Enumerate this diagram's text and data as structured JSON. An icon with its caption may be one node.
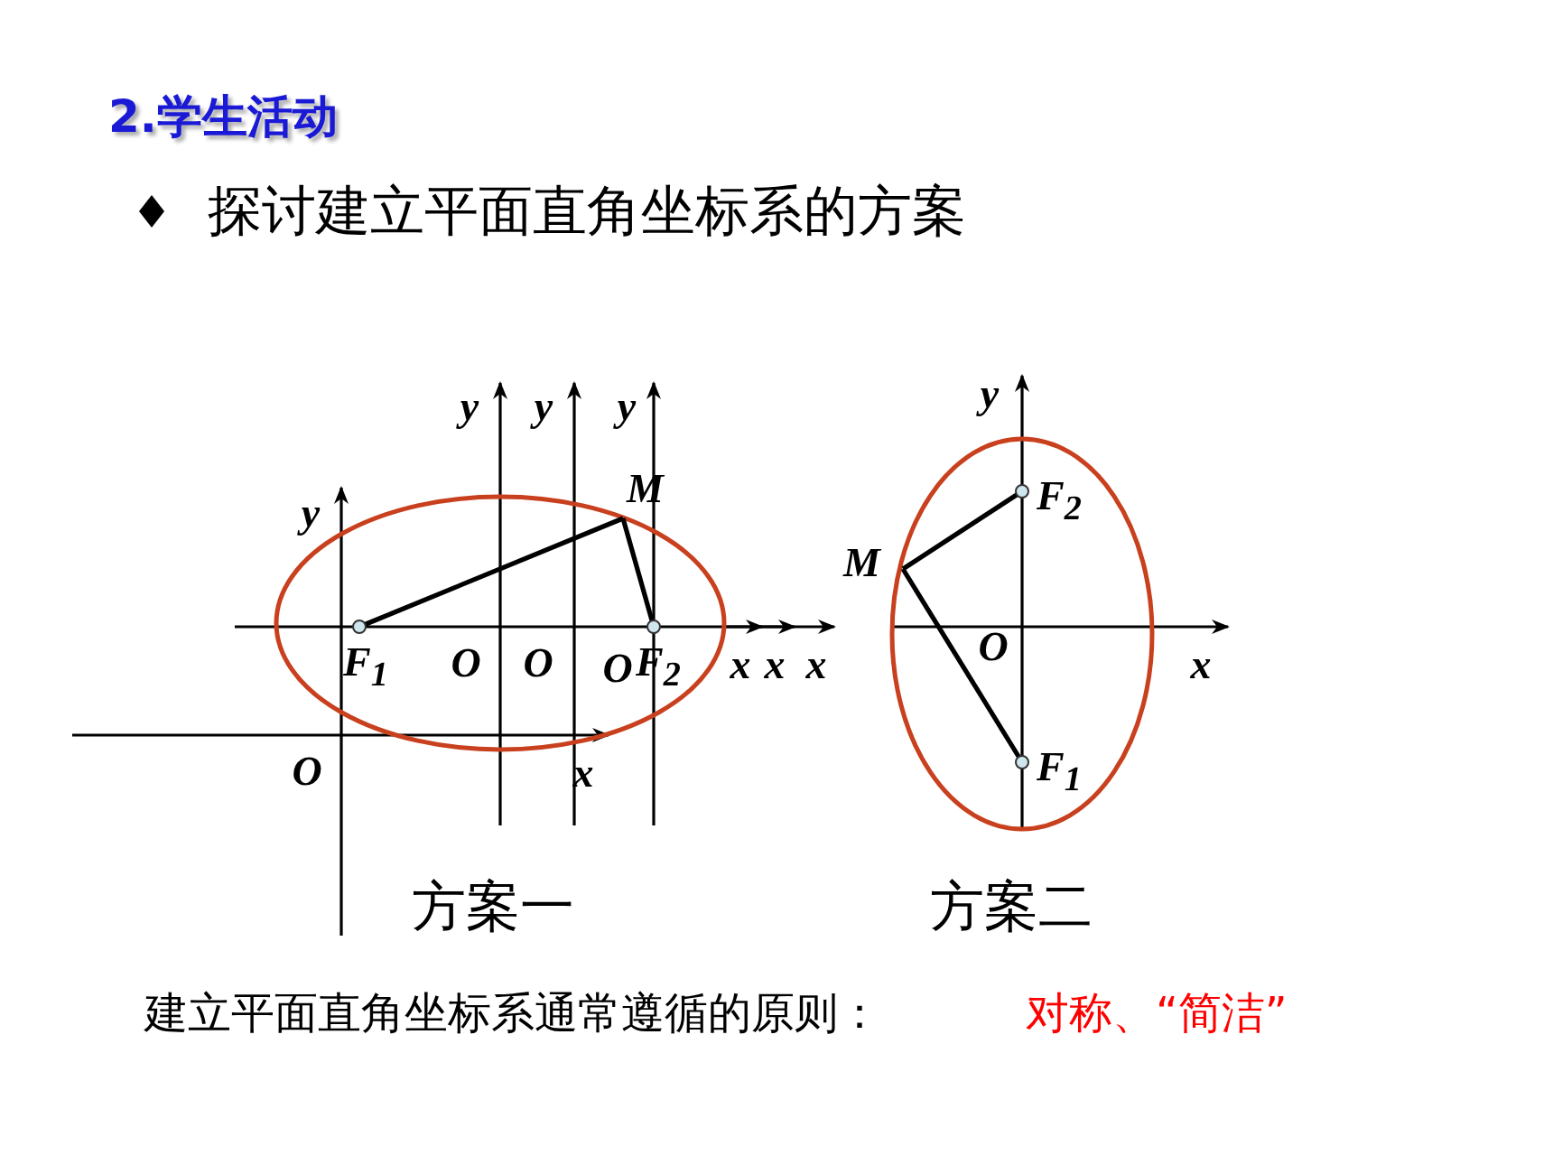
{
  "diagram": {
    "title": "2.学生活动",
    "nodes": [
      {
        "text": [
          "F$_{1}$"
        ]
      },
      {
        "text": [
          "M"
        ]
      },
      {
        "text": [
          "F$_{2}$"
        ]
      },
      {
        "text": [
          "M"
        ]
      },
      {
        "text": [
          "F$_{2}$"
        ]
      },
      {
        "text": [
          "F$_{1}$"
        ]
      }
    ],
    "edges": [
      {
        "from": 1,
        "to": 0,
        "arrow": "none"
      },
      {
        "from": 1,
        "to": 2,
        "arrow": "none"
      },
      {
        "from": 3,
        "to": 4,
        "arrow": "none"
      },
      {
        "from": 3,
        "to": 5,
        "arrow": "none"
      }
    ],
    "labels": [
      "探讨建立平面直角坐标系的方案",
      "y",
      "y",
      "y",
      "y",
      "y",
      "O",
      "O",
      "O",
      "x",
      "x",
      "x",
      "O",
      "x",
      "O",
      "x",
      "方案一",
      "方案二",
      "建立平面直角坐标系通常遵循的原则：",
      "对称、“简洁”"
    ]
  }
}
